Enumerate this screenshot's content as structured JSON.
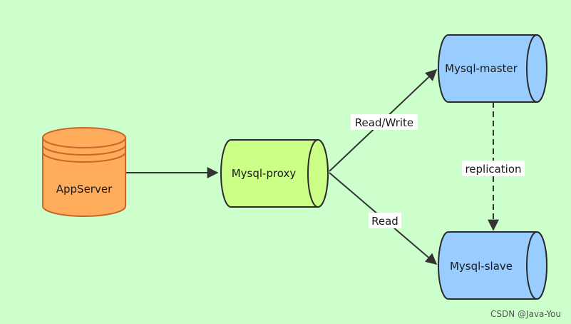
{
  "nodes": {
    "appserver": {
      "label": "AppServer",
      "fill": "#ffad5c",
      "stroke": "#c8672a"
    },
    "proxy": {
      "label": "Mysql-proxy",
      "fill": "#ccff88",
      "stroke": "#2b2b2b"
    },
    "master": {
      "label": "Mysql-master",
      "fill": "#99ccff",
      "stroke": "#2b2b2b"
    },
    "slave": {
      "label": "Mysql-slave",
      "fill": "#99ccff",
      "stroke": "#2b2b2b"
    }
  },
  "edges": {
    "read_write": "Read/Write",
    "read": "Read",
    "replication": "replication"
  },
  "watermark": "CSDN @Java-You",
  "colors": {
    "background": "#ccffcc",
    "edge": "#333333"
  }
}
